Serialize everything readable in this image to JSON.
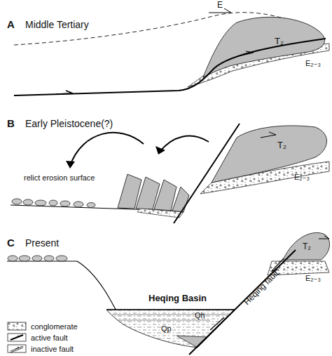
{
  "diagram": {
    "labels": [
      "A",
      "Middle Tertiary",
      "E",
      "T₂",
      "E₂₋₃",
      "B",
      "Early Pleistocene(?)",
      "T₂",
      "E₂₋₃",
      "relict erosion surface",
      "C",
      "Present",
      "Heqing Basin",
      "Qh",
      "Qp",
      "Heqing fault",
      "T₂",
      "E₂₋₃"
    ],
    "legend": [
      {
        "text": "conglomerate"
      },
      {
        "text": "active fault"
      },
      {
        "text": "inactive fault"
      }
    ]
  }
}
